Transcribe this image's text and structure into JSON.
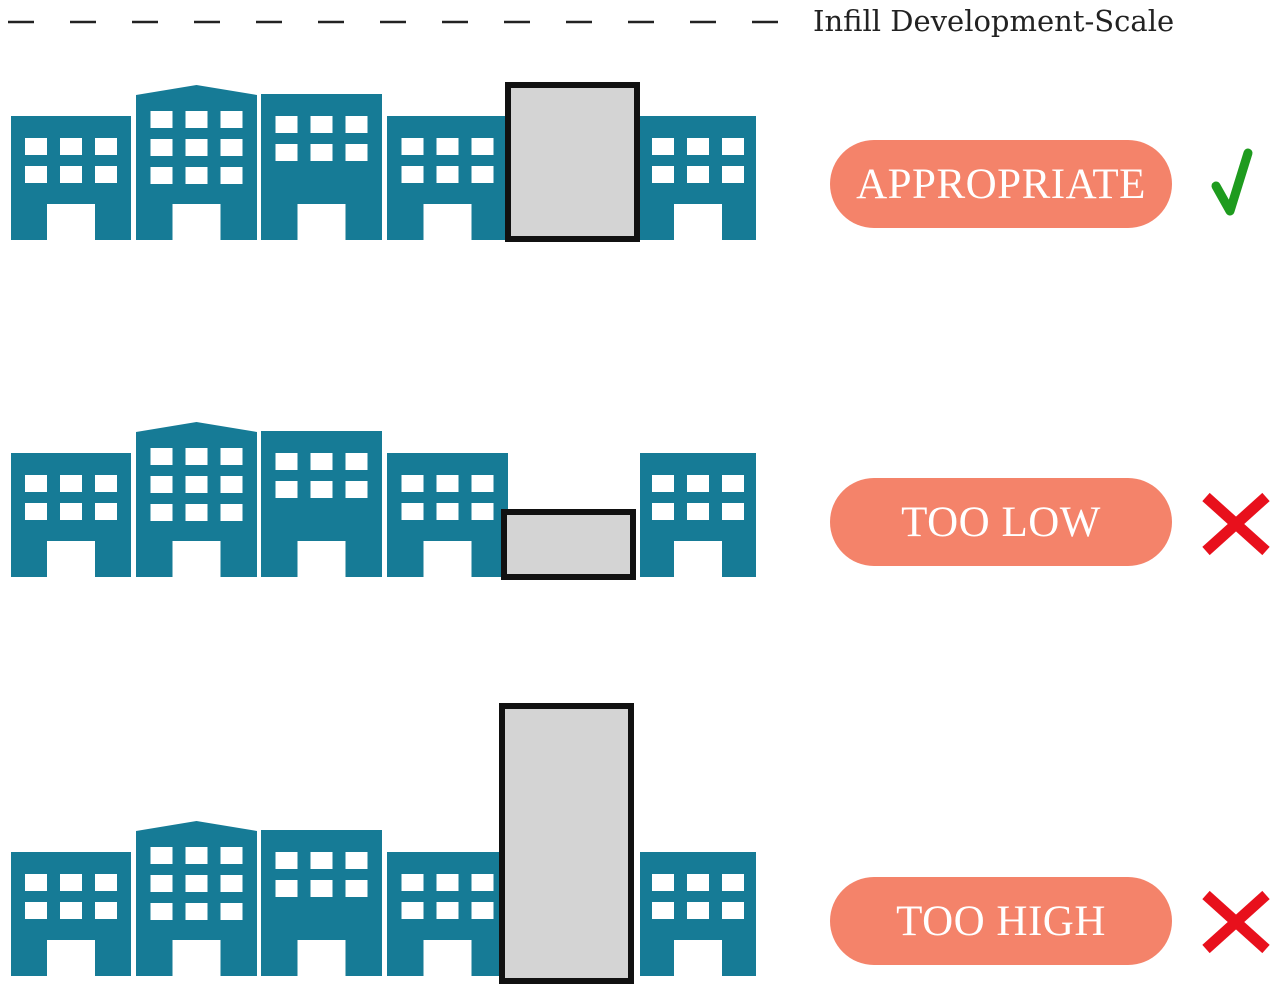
{
  "title": "Infill Development-Scale",
  "colors": {
    "building": "#167b96",
    "infill_fill": "#d4d4d4",
    "infill_stroke": "#111111",
    "pill": "#f4836a",
    "check": "#1e9b1e",
    "cross": "#e8101c"
  },
  "rows": [
    {
      "label": "APPROPRIATE",
      "verdict_icon": "check-icon"
    },
    {
      "label": "TOO LOW",
      "verdict_icon": "cross-icon"
    },
    {
      "label": "TOO HIGH",
      "verdict_icon": "cross-icon"
    }
  ]
}
